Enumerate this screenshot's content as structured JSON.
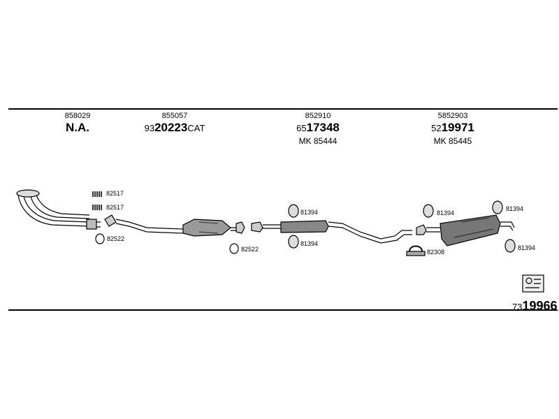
{
  "columns": [
    {
      "top": "858029",
      "prefix": "",
      "main": "N.A.",
      "suffix": "",
      "mk": ""
    },
    {
      "top": "855057",
      "prefix": "93",
      "main": "20223",
      "suffix": "CAT",
      "mk": ""
    },
    {
      "top": "852910",
      "prefix": "65",
      "main": "17348",
      "suffix": "",
      "mk": "MK 85444"
    },
    {
      "top": "5852903",
      "prefix": "52",
      "main": "19971",
      "suffix": "",
      "mk": "MK 85445"
    }
  ],
  "labels": {
    "p82517a": "82517",
    "p82517b": "82517",
    "p82522a": "82522",
    "p82522b": "82522",
    "p81394a": "81394",
    "p81394b": "81394",
    "p81394c": "81394",
    "p81394d": "81394",
    "p81394e": "81394",
    "p82308": "82308"
  },
  "reference": {
    "prefix": "73",
    "main": "19966"
  }
}
